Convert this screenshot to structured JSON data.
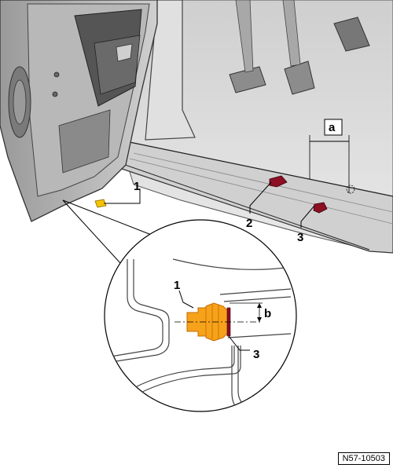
{
  "figure": {
    "callouts": {
      "top_clip": "1",
      "top_clip_2": "2",
      "top_clip_3": "3",
      "dimension_a": "a",
      "detail_clip": "1",
      "detail_edge": "3",
      "dimension_b": "b"
    },
    "figure_code": "N57-10503",
    "colors": {
      "clip_highlight": "#f7a21b",
      "clip_small": "#f5c400",
      "marker_dark_red": "#8c0f24",
      "body_gray": "#d9d9d9",
      "line": "#000000"
    }
  }
}
